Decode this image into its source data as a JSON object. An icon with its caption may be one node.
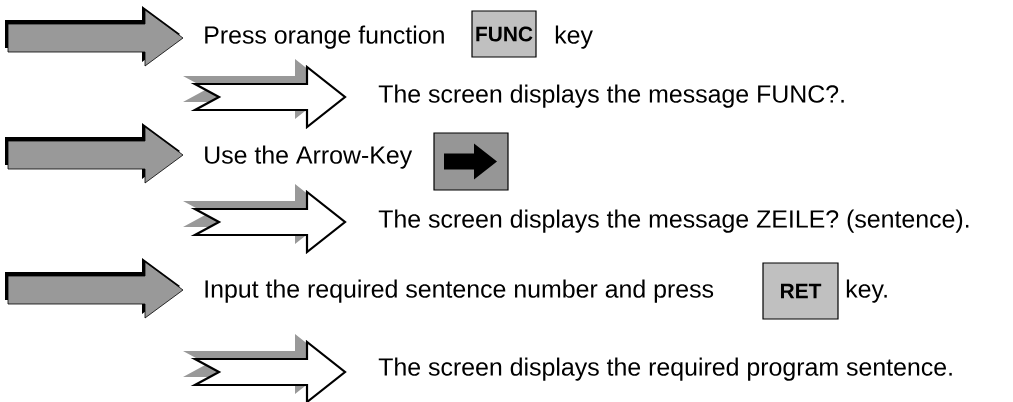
{
  "diagram": {
    "nodes": [
      {
        "text": [
          "FUNC"
        ]
      },
      {
        "text": [],
        "shape": "box"
      },
      {
        "text": [
          "RET"
        ]
      }
    ],
    "labels": [
      "Press orange function",
      "key",
      "The screen displays the message FUNC?.",
      "Use the Arrow-Key",
      "The screen displays the message ZEILE? (sentence).",
      "Input the required sentence number and press",
      "key.",
      "The screen displays the required program sentence."
    ]
  }
}
